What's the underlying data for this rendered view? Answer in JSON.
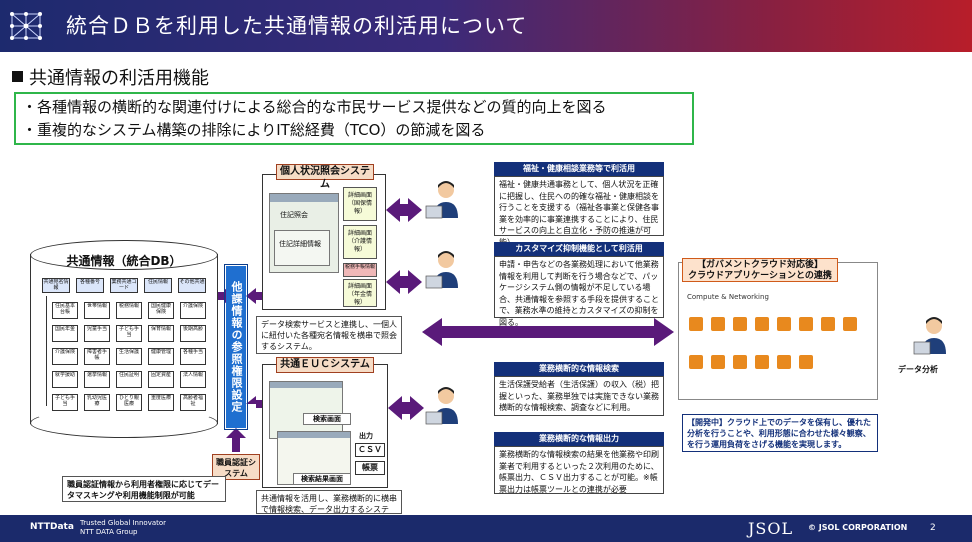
{
  "header": {
    "title": "統合ＤＢを利用した共通情報の利活用について"
  },
  "section": {
    "title": "共通情報の利活用機能"
  },
  "goals": [
    "・各種情報の横断的な関連付けによる総合的な市民サービス提供などの質的向上を図る",
    "・重複的なシステム構築の排除によりIT総経費（TCO）の節減を図る"
  ],
  "db": {
    "title": "共通情報（統合DB）",
    "top_row": [
      "共通宛名情報",
      "各種番号",
      "業務共通コード",
      "住民情報",
      "その他共通"
    ],
    "grid": [
      [
        "住民基本台帳",
        "世帯情報",
        "税務情報",
        "国民健康保険",
        "介護保険"
      ],
      [
        "国民年金",
        "児童手当",
        "子ども手当",
        "保育情報",
        "後期高齢"
      ],
      [
        "介護保険",
        "障害者手帳",
        "生活保護",
        "健康管理",
        "各種手当"
      ],
      [
        "就学援助",
        "選挙情報",
        "住民証明",
        "固定資産",
        "法人情報"
      ],
      [
        "子ども手当",
        "乳幼児医療",
        "ひとり親医療",
        "重度医療",
        "高齢者福祉"
      ]
    ]
  },
  "access_bar": {
    "label": "他課情報の参照権限設定"
  },
  "personal_system": {
    "label": "個人状況照会システム",
    "screen_labels": [
      "住記照会",
      "住記詳細情報"
    ],
    "detail_buttons": [
      "詳細画面（国保情報）",
      "詳細画面（介護情報）",
      "詳細画面（年金情報）"
    ],
    "tax_button": "税務手帳情報"
  },
  "personal_note": "データ検索サービスと連携し、一個人に紐付いた各種宛名情報を横串で照会するシステム。",
  "euc_system": {
    "label": "共通ＥＵＣシステム",
    "search_screen": "検索画面",
    "result_screen": "検索結果画面",
    "output_label": "出力",
    "csv": "ＣＳＶ",
    "form": "帳票"
  },
  "euc_note": "共通情報を活用し、業務横断的に横串で情報検索、データ出力するシステム。",
  "auth_system": {
    "label": "職員認証システム"
  },
  "auth_note": "職員認証情報から利用者権限に応じてデータマスキングや利用機能制限が可能",
  "panels": [
    {
      "head": "福祉・健康相談業務等で利活用",
      "body": "福祉・健康共通事務として、個人状況を正確に把握し、住民への的確な福祉・健康相談を行うことを支援する（福祉各事業と保健各事業を効率的に事業連携することにより、住民サービスの向上と自立化・予防の推進が可能）"
    },
    {
      "head": "カスタマイズ抑制機能として利活用",
      "body": "申請・申告などの各業務処理において他業務情報を利用して判断を行う場合などで、パッケージシステム側の情報が不足している場合、共通情報を参照する手段を提供することで、業務水準の維持とカスタマイズの抑制を図る。"
    },
    {
      "head": "業務横断的な情報検索",
      "body": "生活保護受給者（生活保護）の収入（税）把握といった、業務単独では実施できない業務横断的な情報検索、調査などに利用。"
    },
    {
      "head": "業務横断的な情報出力",
      "body": "業務横断的な情報検索の結果を他業務や印刷業者で利用するといった２次利用のために、帳票出力、ＣＳＶ出力することが可能。※帳票出力は帳票ツールとの連携が必要"
    }
  ],
  "cloud": {
    "head_line1": "【ガバメントクラウド対応後】",
    "head_line2": "クラウドアプリケーションとの連携",
    "screen_title": "Compute & Networking",
    "analysis_label": "データ分析",
    "dev_note": "【開発中】クラウド上でのデータを保有し、優れた分析を行うことや、利用形態に合わせた様々観察、を行う運用負荷をさげる機能を実現します。"
  },
  "footer": {
    "ntt": "NTTData",
    "tagline1": "Trusted Global Innovator",
    "tagline2": "NTT DATA Group",
    "jsol": "JSOL",
    "copyright": "© JSOL CORPORATION",
    "page": "2"
  },
  "colors": {
    "header_left": "#1d2a6e",
    "header_right": "#b81e2a",
    "goal_border": "#2fb64a",
    "panel_head": "#13307a",
    "arrow": "#5a1a7a"
  }
}
